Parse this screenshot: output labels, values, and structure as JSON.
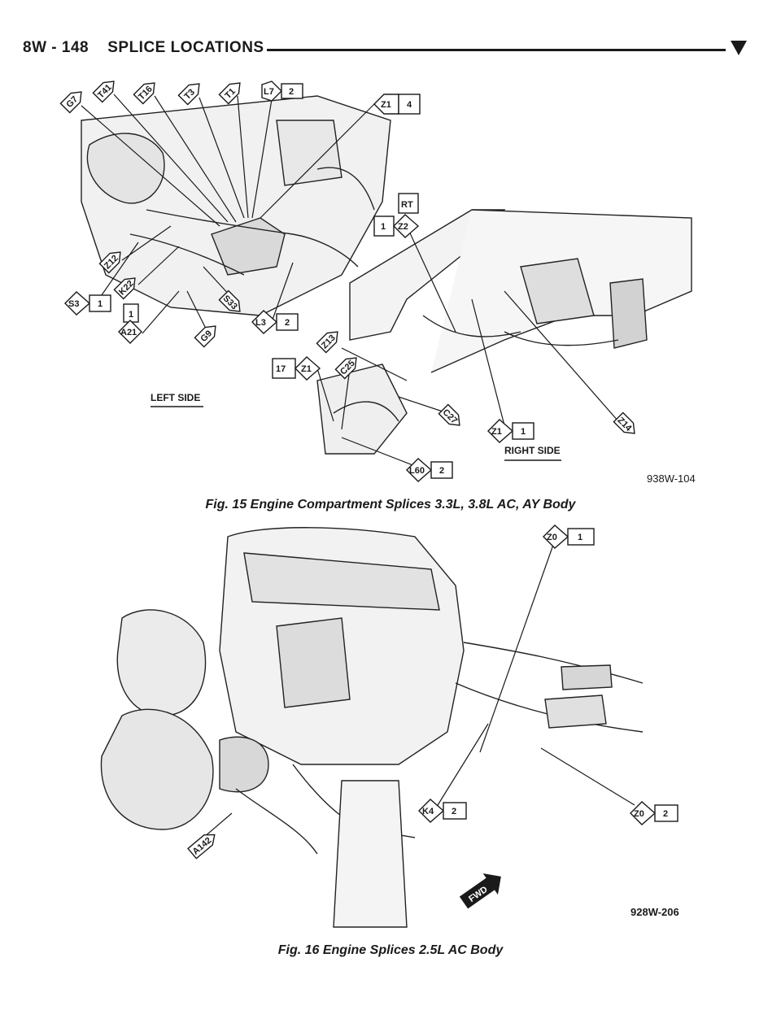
{
  "header": {
    "section": "8W - 148",
    "title": "SPLICE LOCATIONS"
  },
  "figure15": {
    "caption": "Fig. 15 Engine Compartment Splices 3.3L, 3.8L AC, AY Body",
    "code": "938W-104",
    "left_label": "LEFT SIDE",
    "right_label": "RIGHT SIDE",
    "tags": [
      {
        "id": "G7",
        "box": ""
      },
      {
        "id": "T41",
        "box": ""
      },
      {
        "id": "T16",
        "box": ""
      },
      {
        "id": "T3",
        "box": ""
      },
      {
        "id": "T1",
        "box": ""
      },
      {
        "id": "L7",
        "box": "2"
      },
      {
        "id": "Z1",
        "box": "4"
      },
      {
        "id": "Z2",
        "box": "1",
        "top": "RT"
      },
      {
        "id": "Z12",
        "box": ""
      },
      {
        "id": "K22",
        "box": ""
      },
      {
        "id": "S3",
        "box": "1"
      },
      {
        "id": "A21",
        "box": "",
        "top": "1"
      },
      {
        "id": "G9",
        "box": ""
      },
      {
        "id": "S33",
        "box": ""
      },
      {
        "id": "L3",
        "box": "2"
      },
      {
        "id": "Z13",
        "box": ""
      },
      {
        "id": "Z1",
        "box": "17"
      },
      {
        "id": "C25",
        "box": ""
      },
      {
        "id": "C27",
        "box": ""
      },
      {
        "id": "Z1",
        "box": "1"
      },
      {
        "id": "Z14",
        "box": ""
      },
      {
        "id": "L60",
        "box": "2"
      }
    ]
  },
  "figure16": {
    "caption": "Fig. 16 Engine Splices 2.5L AC Body",
    "code": "928W-206",
    "fwd_label": "FWD",
    "tags": [
      {
        "id": "Z0",
        "box": "1"
      },
      {
        "id": "K4",
        "box": "2"
      },
      {
        "id": "Z0",
        "box": "2"
      },
      {
        "id": "A142",
        "box": ""
      }
    ]
  }
}
